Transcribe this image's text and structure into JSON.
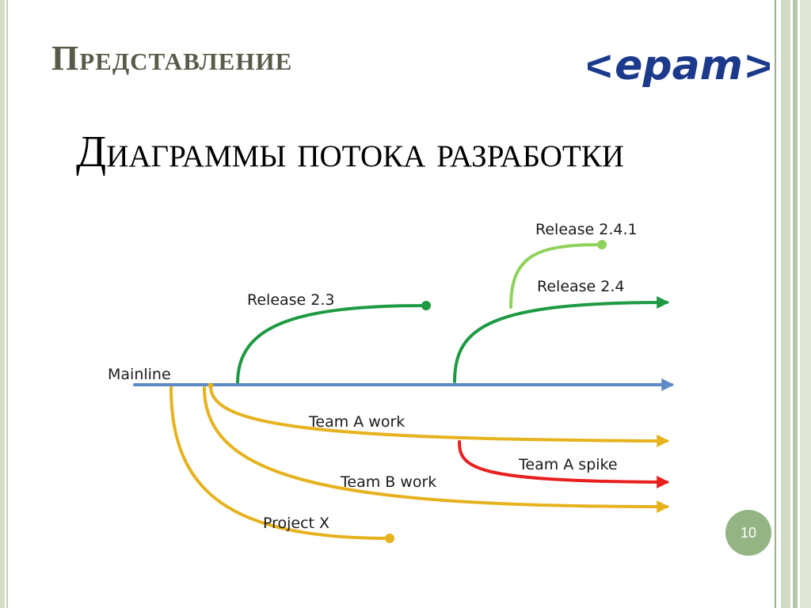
{
  "slide": {
    "section_title": "Представление",
    "title": "Диаграммы потока разработки",
    "page_number": "10"
  },
  "logo": {
    "text": "<epam>",
    "color": "#1b3a8c"
  },
  "diagram": {
    "labels": {
      "mainline": "Mainline",
      "release_23": "Release 2.3",
      "release_24": "Release 2.4",
      "release_241": "Release 2.4.1",
      "team_a_work": "Team A work",
      "team_a_spike": "Team A spike",
      "team_b_work": "Team B work",
      "project_x": "Project X"
    },
    "colors": {
      "mainline": "#5b8ac6",
      "release": "#1e9a43",
      "hotfix": "#8fd25a",
      "team": "#e6b21e",
      "spike": "#e8201e"
    }
  }
}
